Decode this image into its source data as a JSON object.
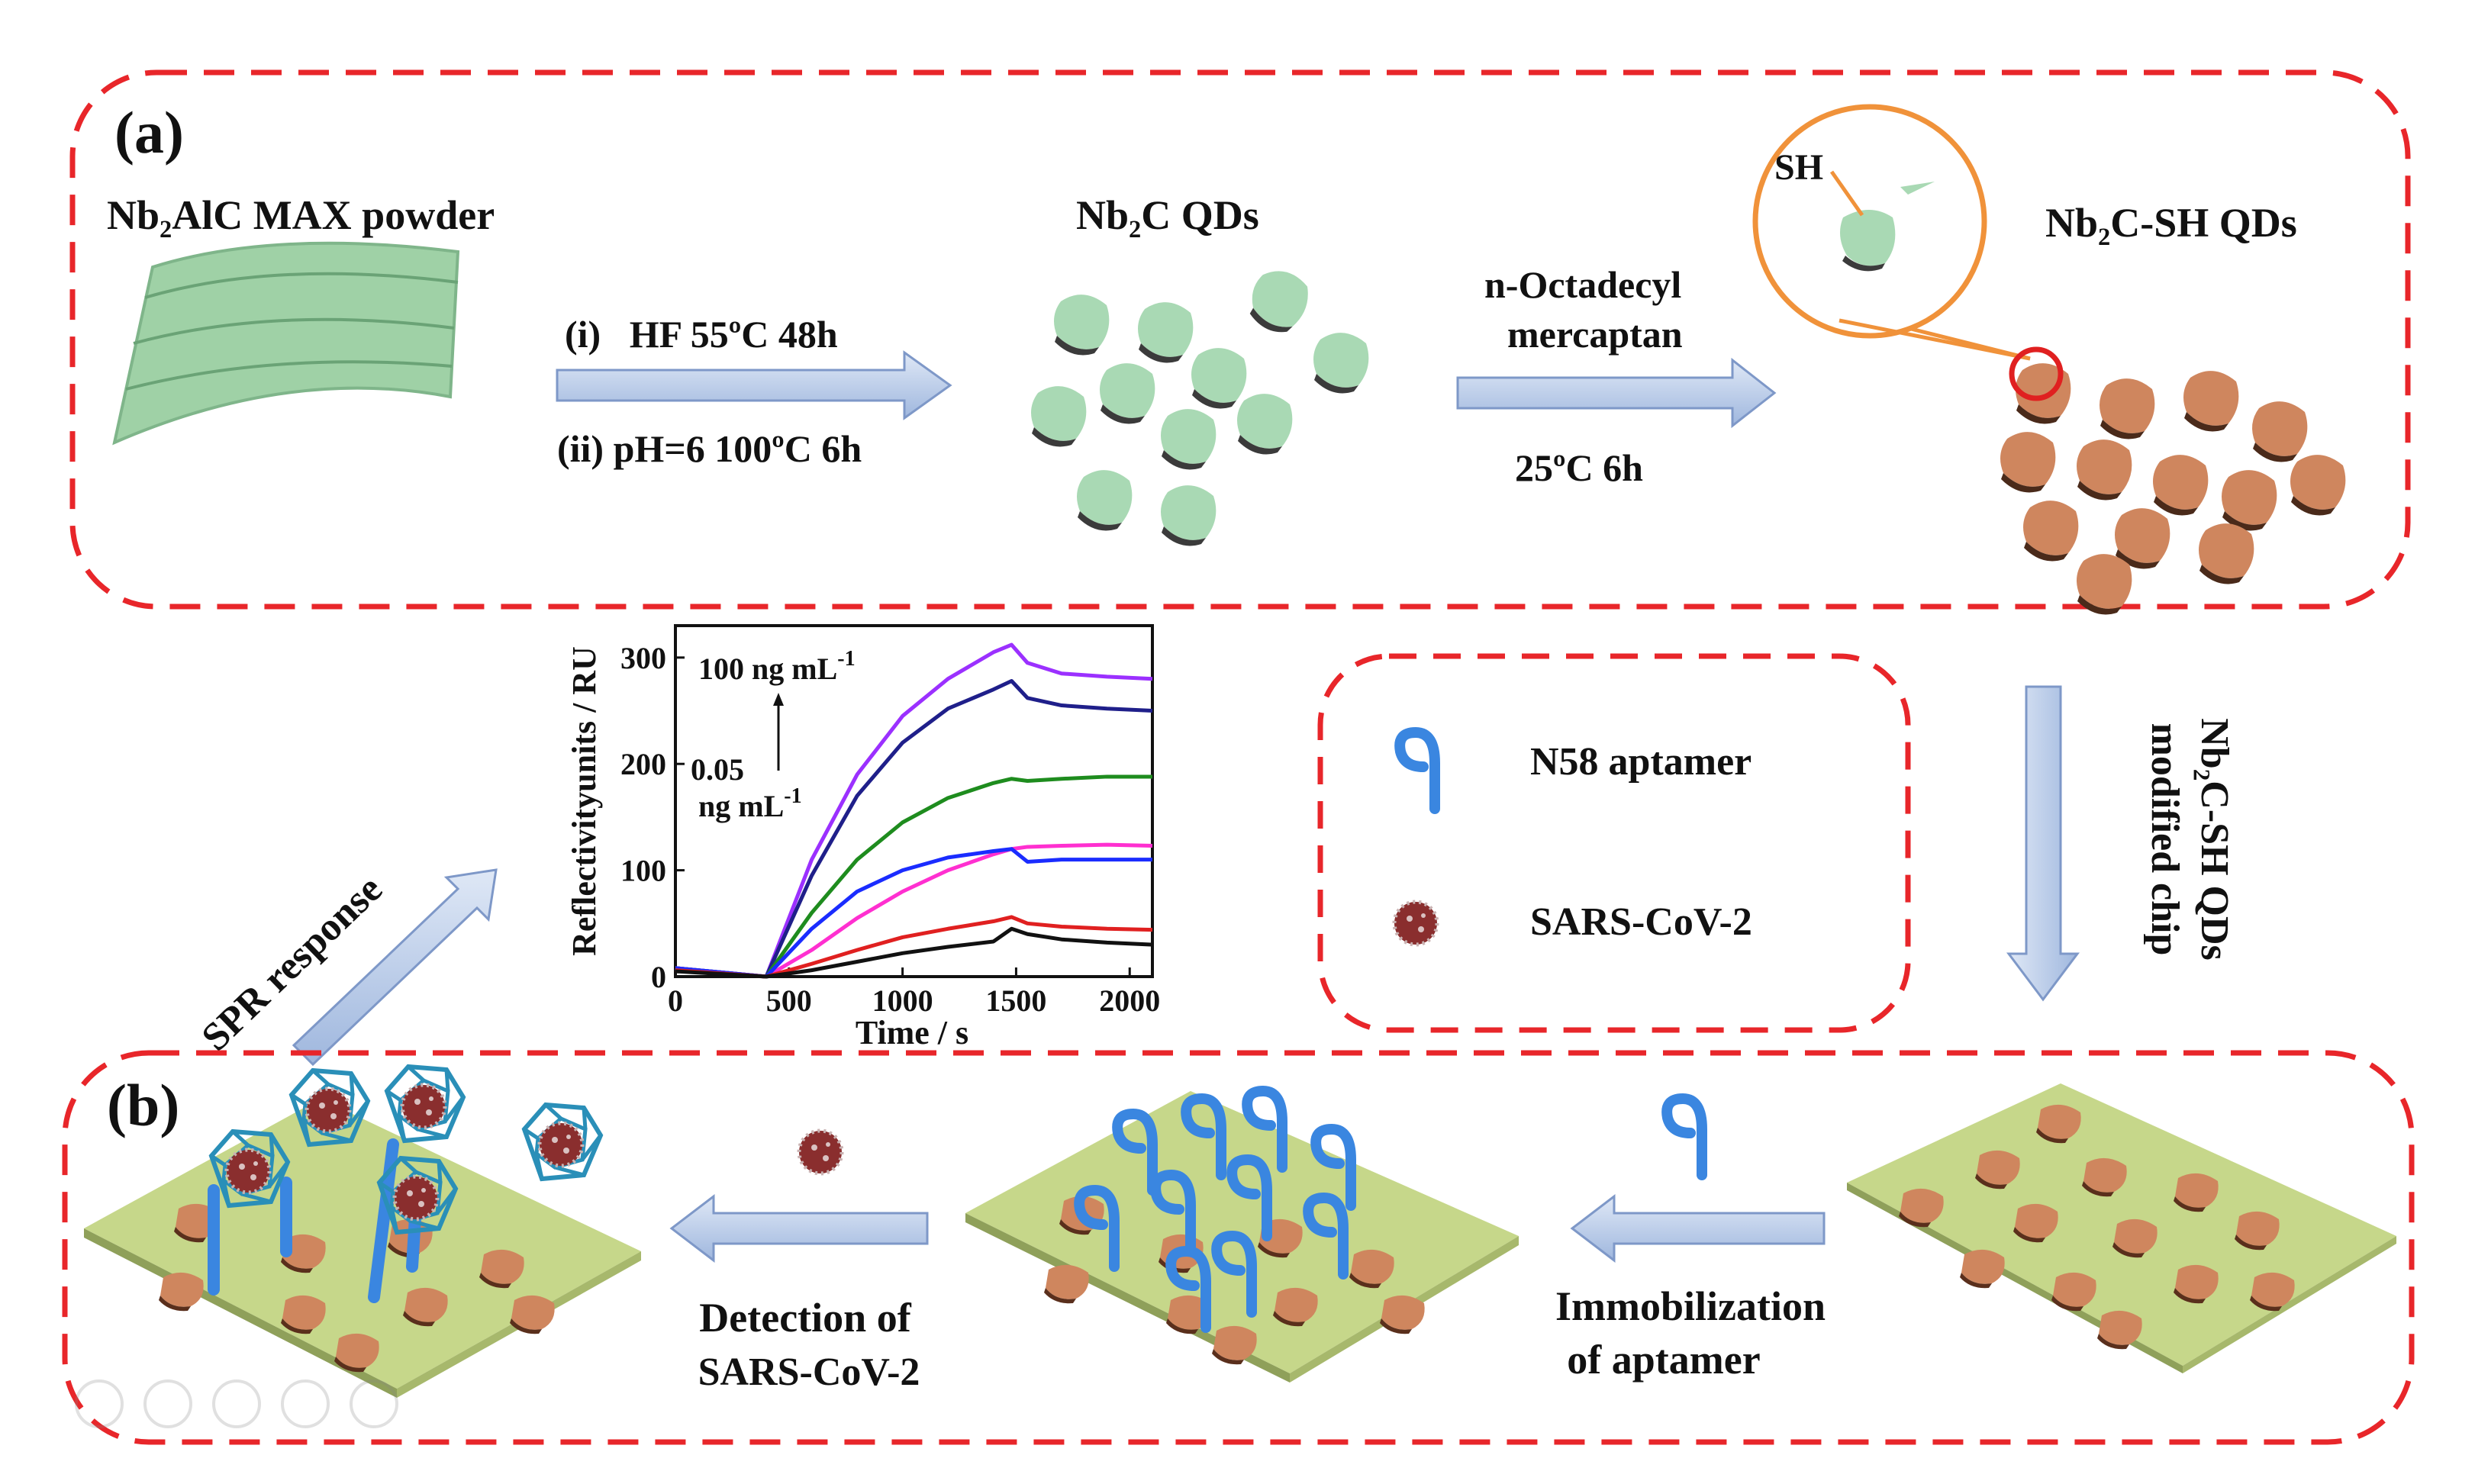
{
  "panel_a": {
    "label": "(a)",
    "max_powder_label": "Nb₂AlC MAX powder",
    "step1_line1": "(i)   HF 55ºC 48h",
    "step1_line2": "(ii) pH=6 100ºC 6h",
    "qds_label": "Nb₂C QDs",
    "step2_line1": "n-Octadecyl",
    "step2_line2": "mercaptan",
    "step2_line3": "25ºC 6h",
    "sh_label": "SH",
    "sh_qds_label": "Nb₂C-SH QDs"
  },
  "panel_b": {
    "label": "(b)",
    "chip_arrow_line1": "Nb₂C-SH QDs",
    "chip_arrow_line2": "modified chip",
    "immobilization_line1": "Immobilization",
    "immobilization_line2": "of aptamer",
    "detection_line1": "Detection of",
    "detection_line2": "SARS-CoV-2",
    "spr_label": "SPR response"
  },
  "legend": {
    "aptamer": "N58 aptamer",
    "virus": "SARS-CoV-2"
  },
  "colors": {
    "dash_border": "#e8262a",
    "qd_green": "#a9d9b4",
    "qd_brown": "#cf865e",
    "aptamer_blue": "#3a86e0",
    "chip_surface": "#c6d78a",
    "arrow_fill": "#b9cbe8",
    "magnifier_orange": "#f0923a"
  },
  "chart_data": {
    "type": "line",
    "xlabel": "Time / s",
    "ylabel": "Reflectivityunits / RU",
    "xlim": [
      0,
      2100
    ],
    "ylim": [
      0,
      330
    ],
    "xticks": [
      "0",
      "500",
      "1000",
      "1500",
      "2000"
    ],
    "yticks": [
      "0",
      "100",
      "200",
      "300"
    ],
    "annotation_top": "100 ng mL",
    "annotation_top_sup": "-1",
    "annotation_bottom_1": "0.05",
    "annotation_bottom_2": "ng mL",
    "annotation_bottom_sup": "-1",
    "series": [
      {
        "color": "#9b30ff",
        "x": [
          0,
          400,
          600,
          800,
          1000,
          1200,
          1400,
          1480,
          1550,
          1700,
          1900,
          2100
        ],
        "y": [
          8,
          0,
          110,
          190,
          245,
          280,
          305,
          312,
          295,
          285,
          282,
          280
        ]
      },
      {
        "color": "#1f1f8a",
        "x": [
          0,
          400,
          600,
          800,
          1000,
          1200,
          1400,
          1480,
          1550,
          1700,
          1900,
          2100
        ],
        "y": [
          8,
          0,
          95,
          170,
          220,
          252,
          270,
          278,
          262,
          255,
          252,
          250
        ]
      },
      {
        "color": "#1e8c1e",
        "x": [
          0,
          400,
          600,
          800,
          1000,
          1200,
          1400,
          1480,
          1550,
          1700,
          1900,
          2100
        ],
        "y": [
          8,
          0,
          60,
          110,
          145,
          168,
          182,
          186,
          184,
          186,
          188,
          188
        ]
      },
      {
        "color": "#ff2fd0",
        "x": [
          0,
          400,
          600,
          800,
          1000,
          1200,
          1400,
          1480,
          1550,
          1700,
          1900,
          2100
        ],
        "y": [
          8,
          0,
          25,
          55,
          80,
          100,
          115,
          120,
          122,
          123,
          124,
          123
        ]
      },
      {
        "color": "#1a2cff",
        "x": [
          0,
          400,
          600,
          800,
          1000,
          1200,
          1400,
          1480,
          1550,
          1700,
          1900,
          2100
        ],
        "y": [
          8,
          0,
          45,
          80,
          100,
          112,
          118,
          120,
          108,
          110,
          110,
          110
        ]
      },
      {
        "color": "#e02020",
        "x": [
          0,
          400,
          600,
          800,
          1000,
          1200,
          1400,
          1480,
          1550,
          1700,
          1900,
          2100
        ],
        "y": [
          6,
          0,
          12,
          25,
          37,
          45,
          52,
          56,
          50,
          47,
          45,
          44
        ]
      },
      {
        "color": "#111111",
        "x": [
          0,
          400,
          600,
          800,
          1000,
          1200,
          1400,
          1480,
          1550,
          1700,
          1900,
          2100
        ],
        "y": [
          5,
          0,
          6,
          14,
          22,
          28,
          33,
          45,
          40,
          35,
          32,
          30
        ]
      }
    ]
  }
}
